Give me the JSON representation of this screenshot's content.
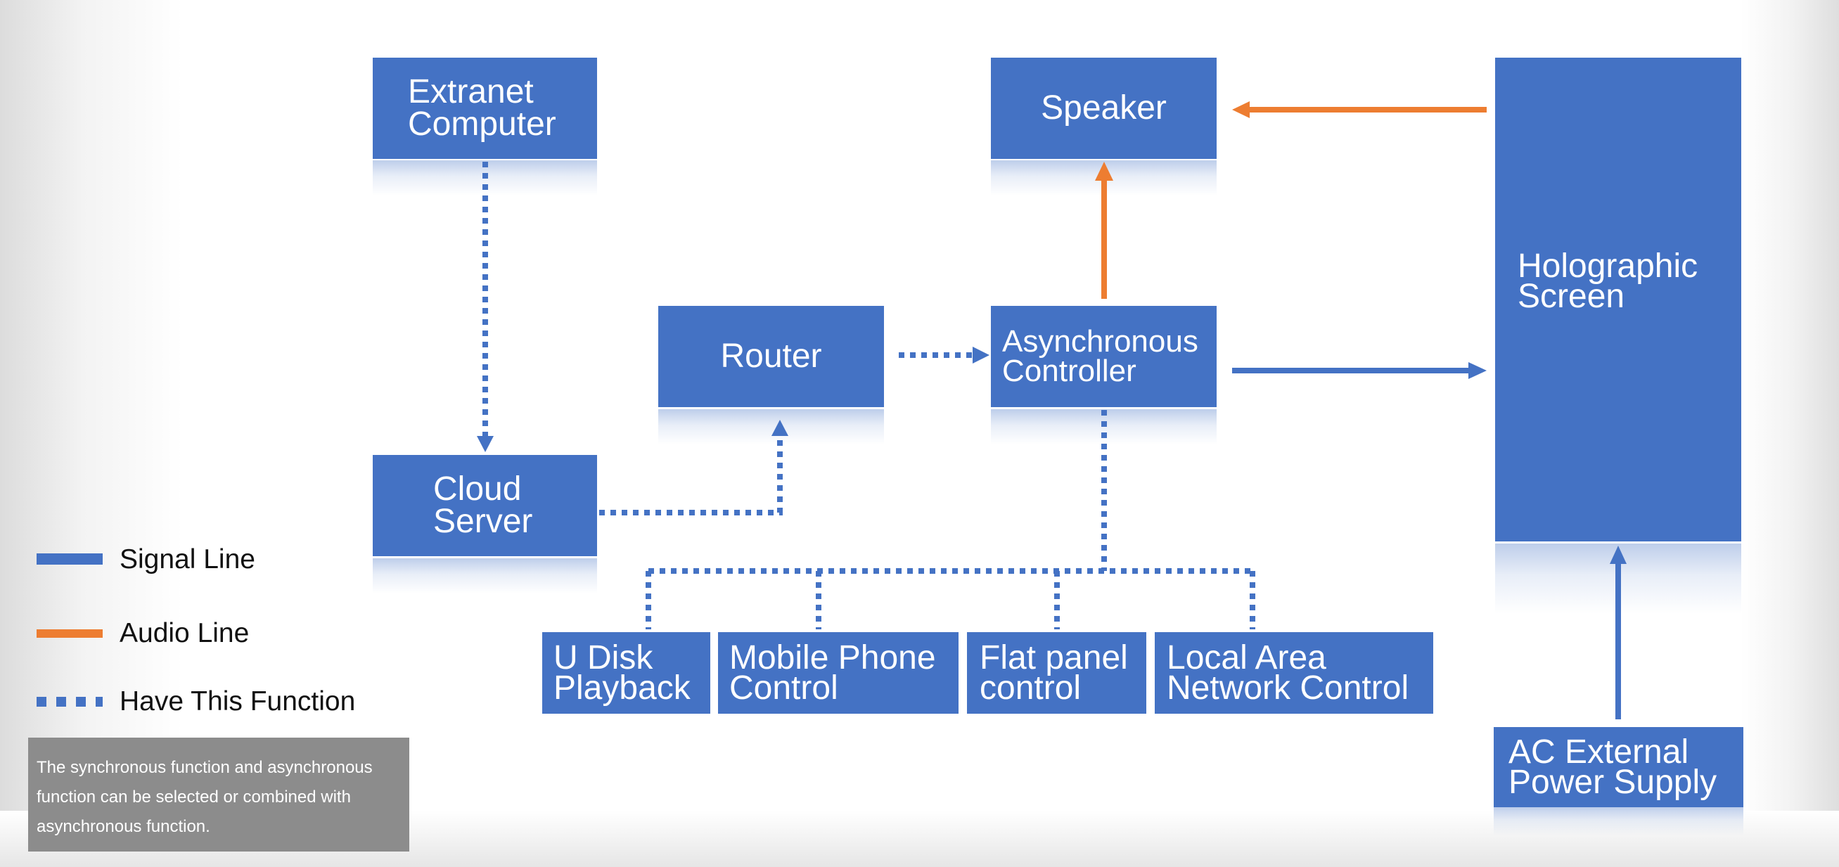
{
  "colors": {
    "box": "#4472c4",
    "signal_line": "#4472c4",
    "audio_line": "#ed7d31",
    "function_line": "#4472c4",
    "note_bg": "#8c8c8c"
  },
  "nodes": {
    "extranet_computer": "Extranet\nComputer",
    "cloud_server": "Cloud\nServer",
    "router": "Router",
    "speaker": "Speaker",
    "asynchronous_controller": "Asynchronous\nController",
    "holographic_screen": "Holographic\nScreen",
    "u_disk_playback": "U Disk\nPlayback",
    "mobile_phone_control": "Mobile Phone\nControl",
    "flat_panel_control": "Flat panel\ncontrol",
    "local_area_network_control": "Local Area\nNetwork Control",
    "ac_external_power_supply": "AC External\nPower Supply"
  },
  "legend": {
    "signal_line": "Signal Line",
    "audio_line": "Audio Line",
    "have_this_function": "Have This Function"
  },
  "note": "The synchronous function and asynchronous function can be selected or combined with asynchronous function.",
  "connections": [
    {
      "from": "Extranet Computer",
      "to": "Cloud Server",
      "type": "function"
    },
    {
      "from": "Cloud Server",
      "to": "Router",
      "type": "function"
    },
    {
      "from": "Router",
      "to": "Asynchronous Controller",
      "type": "function"
    },
    {
      "from": "Asynchronous Controller",
      "to": "Speaker",
      "type": "audio"
    },
    {
      "from": "Holographic Screen",
      "to": "Speaker",
      "type": "audio"
    },
    {
      "from": "Asynchronous Controller",
      "to": "Holographic Screen",
      "type": "signal"
    },
    {
      "from": "AC External Power Supply",
      "to": "Holographic Screen",
      "type": "signal"
    },
    {
      "from": "Asynchronous Controller",
      "to": "U Disk Playback",
      "type": "function"
    },
    {
      "from": "Asynchronous Controller",
      "to": "Mobile Phone Control",
      "type": "function"
    },
    {
      "from": "Asynchronous Controller",
      "to": "Flat panel control",
      "type": "function"
    },
    {
      "from": "Asynchronous Controller",
      "to": "Local Area Network Control",
      "type": "function"
    }
  ]
}
